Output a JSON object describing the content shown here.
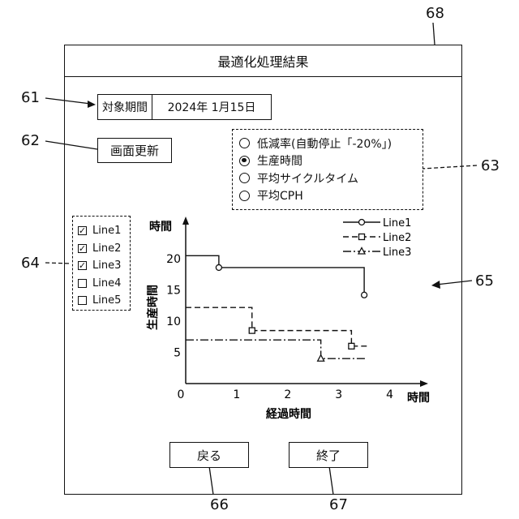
{
  "refs": {
    "window": "68",
    "period": "61",
    "refresh": "62",
    "radios": "63",
    "checks": "64",
    "chart": "65",
    "back": "66",
    "finish": "67"
  },
  "window": {
    "title": "最適化処理結果"
  },
  "period": {
    "label": "対象期間",
    "value": "2024年 1月15日"
  },
  "refresh_label": "画面更新",
  "metrics": [
    {
      "label": "低減率(自動停止「-20%」)",
      "selected": false
    },
    {
      "label": "生産時間",
      "selected": true
    },
    {
      "label": "平均サイクルタイム",
      "selected": false
    },
    {
      "label": "平均CPH",
      "selected": false
    }
  ],
  "lines": [
    {
      "label": "Line1",
      "checked": true
    },
    {
      "label": "Line2",
      "checked": true
    },
    {
      "label": "Line3",
      "checked": true
    },
    {
      "label": "Line4",
      "checked": false
    },
    {
      "label": "Line5",
      "checked": false
    }
  ],
  "buttons": {
    "back": "戻る",
    "finish": "終了"
  },
  "chart_data": {
    "type": "line",
    "y_top_label": "時間",
    "ylabel": "生産時間",
    "xlabel": "経過時間",
    "x_end_label": "時間",
    "xlim": [
      0,
      4.5
    ],
    "ylim": [
      0,
      26
    ],
    "xticks": [
      "0",
      "1",
      "2",
      "3",
      "4"
    ],
    "xtick_values": [
      0,
      1,
      2,
      3,
      4
    ],
    "yticks": [
      "5",
      "10",
      "15",
      "20"
    ],
    "ytick_values": [
      5,
      10,
      15,
      20
    ],
    "series": [
      {
        "name": "Line1",
        "style": "solid",
        "marker": "circle",
        "x": [
          0,
          0.65,
          0.65,
          3.5,
          3.5
        ],
        "y": [
          20.5,
          20.5,
          18.6,
          18.6,
          14.2
        ],
        "marker_x": [
          0.65,
          3.5
        ],
        "marker_y": [
          18.6,
          14.2
        ]
      },
      {
        "name": "Line2",
        "style": "dashed",
        "marker": "square",
        "x": [
          0,
          1.3,
          1.3,
          3.25,
          3.25,
          3.55
        ],
        "y": [
          12.2,
          12.2,
          8.5,
          8.5,
          6.0,
          6.0
        ],
        "marker_x": [
          1.3,
          3.25
        ],
        "marker_y": [
          8.5,
          6.0
        ]
      },
      {
        "name": "Line3",
        "style": "dashdot",
        "marker": "triangle",
        "x": [
          0,
          2.65,
          2.65,
          3.55
        ],
        "y": [
          7.0,
          7.0,
          4.0,
          4.0
        ],
        "marker_x": [
          2.65
        ],
        "marker_y": [
          4.0
        ]
      }
    ]
  }
}
